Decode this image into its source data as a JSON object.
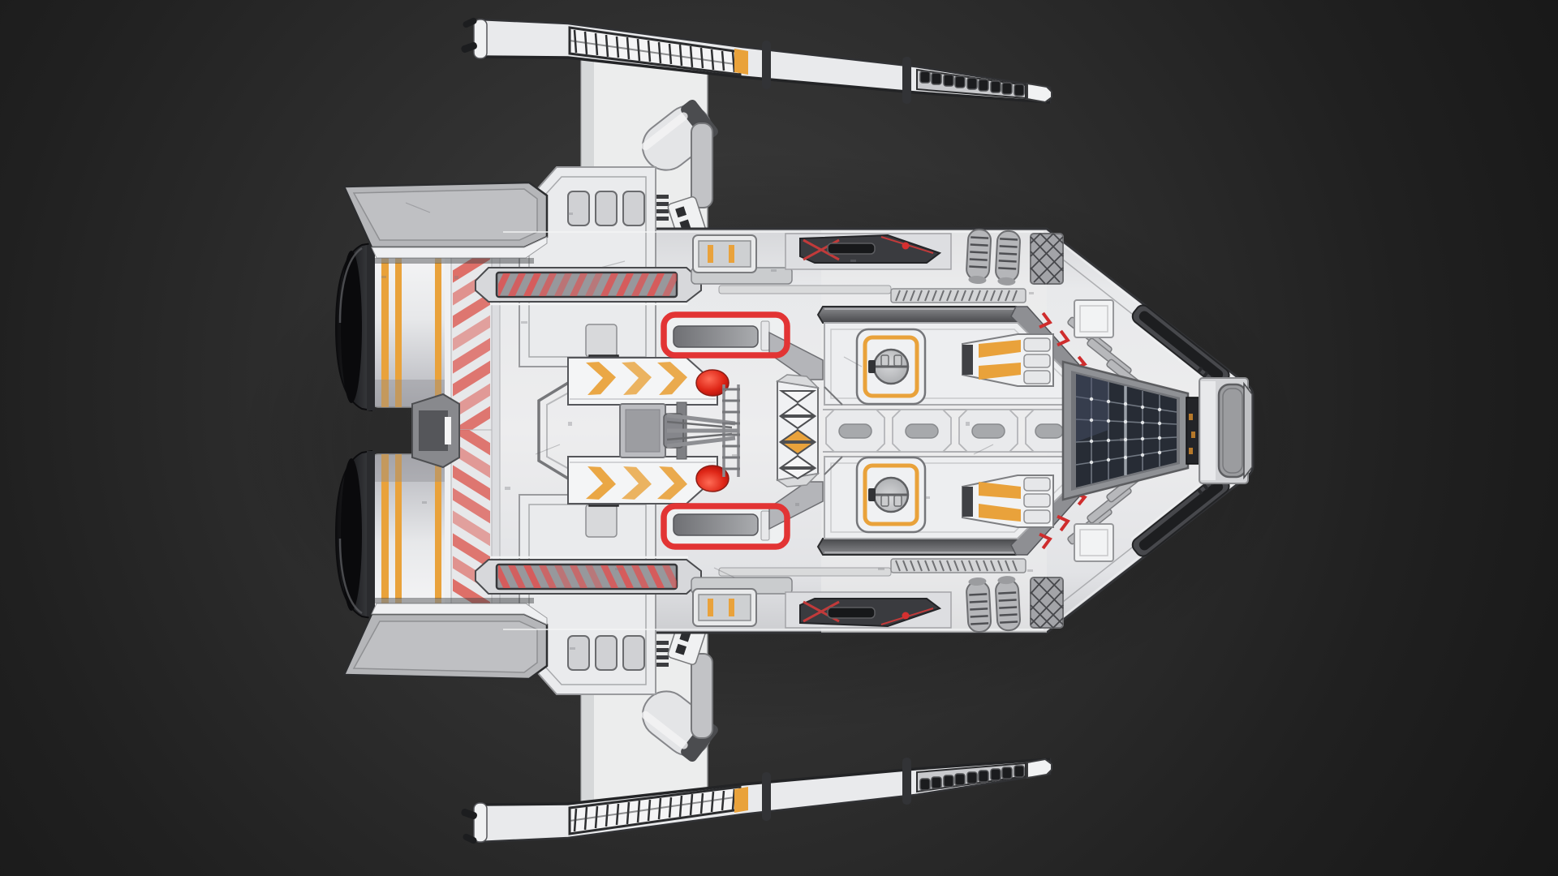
{
  "scene": {
    "description": "Top-down 3D render of a modular white sci-fi spaceship on a dark charcoal studio background, nose pointing right, twin black engine nozzles at the left, long thin wing spars at top and bottom, red hazard striping, orange chevron and hatch accents, and a dark solar array near the cockpit.",
    "object": "spaceship",
    "view": "top-down",
    "background_style": "dark charcoal radial gradient"
  },
  "colors": {
    "background_center": "#404040",
    "background_edge": "#171717",
    "hull_white": "#e9eaec",
    "hull_shadow": "#c7c8cb",
    "panel_dark": "#3a3b3f",
    "accent_orange": "#e9a23b",
    "hazard_red": "#dd5a52",
    "banner_red": "#e05252",
    "bracket_red": "#e23434",
    "dome_red": "#d01f1f",
    "arrow_red": "#cf2d2d",
    "solar_cells": "#272c35",
    "metal_gray": "#9fa1a5",
    "engine_dark": "#141416"
  },
  "ship": {
    "parts": [
      {
        "name": "wing-spar-top",
        "label": "Upper wing spar with ladder grille and porthole row"
      },
      {
        "name": "wing-spar-bottom",
        "label": "Lower wing spar (mirror of upper)"
      },
      {
        "name": "engine-nozzle",
        "label": "Black engine bell nozzle, twin set at stern"
      },
      {
        "name": "engine-casing",
        "label": "White engine casing with double orange bands"
      },
      {
        "name": "side-slab-panel",
        "label": "Gray trapezoid slab panel over each engine"
      },
      {
        "name": "hazard-stripe-band",
        "label": "Vertical red/white hazard chevron band"
      },
      {
        "name": "warning-plaque",
        "label": "Beveled plaque with red diagonal stripes"
      },
      {
        "name": "wing-pylon",
        "label": "White pylon joining wing spar to hull"
      },
      {
        "name": "cargo-ramp",
        "label": "Ramp plate with three orange chevrons"
      },
      {
        "name": "clamp-bracket",
        "label": "Red rounded clamp frame with slot and arm"
      },
      {
        "name": "red-dome-light",
        "label": "Red dome indicator"
      },
      {
        "name": "triangle-decal",
        "label": "Stacked caution triangles, two filled orange"
      },
      {
        "name": "service-hatch",
        "label": "Square hatch with orange frame and hand wheel"
      },
      {
        "name": "thruster-block",
        "label": "Tapered block with two orange slats"
      },
      {
        "name": "spine-slots",
        "label": "Center spine with octagonal slot cells"
      },
      {
        "name": "blade-panel",
        "label": "Dark blade panel with red cross accents"
      },
      {
        "name": "coolant-tanks",
        "label": "Twin ribbed coolant tanks"
      },
      {
        "name": "mesh-grille",
        "label": "Cross-hatched mesh grille"
      },
      {
        "name": "solar-array",
        "label": "Dark blue solar cell array in gray frame"
      },
      {
        "name": "cockpit-canopy",
        "label": "Nose cockpit canopy at far right"
      },
      {
        "name": "nose-vent",
        "label": "Angled dark vent groove on nose facet"
      },
      {
        "name": "red-arrow-decals",
        "label": "Small red arrow decals along nose edges"
      }
    ]
  }
}
